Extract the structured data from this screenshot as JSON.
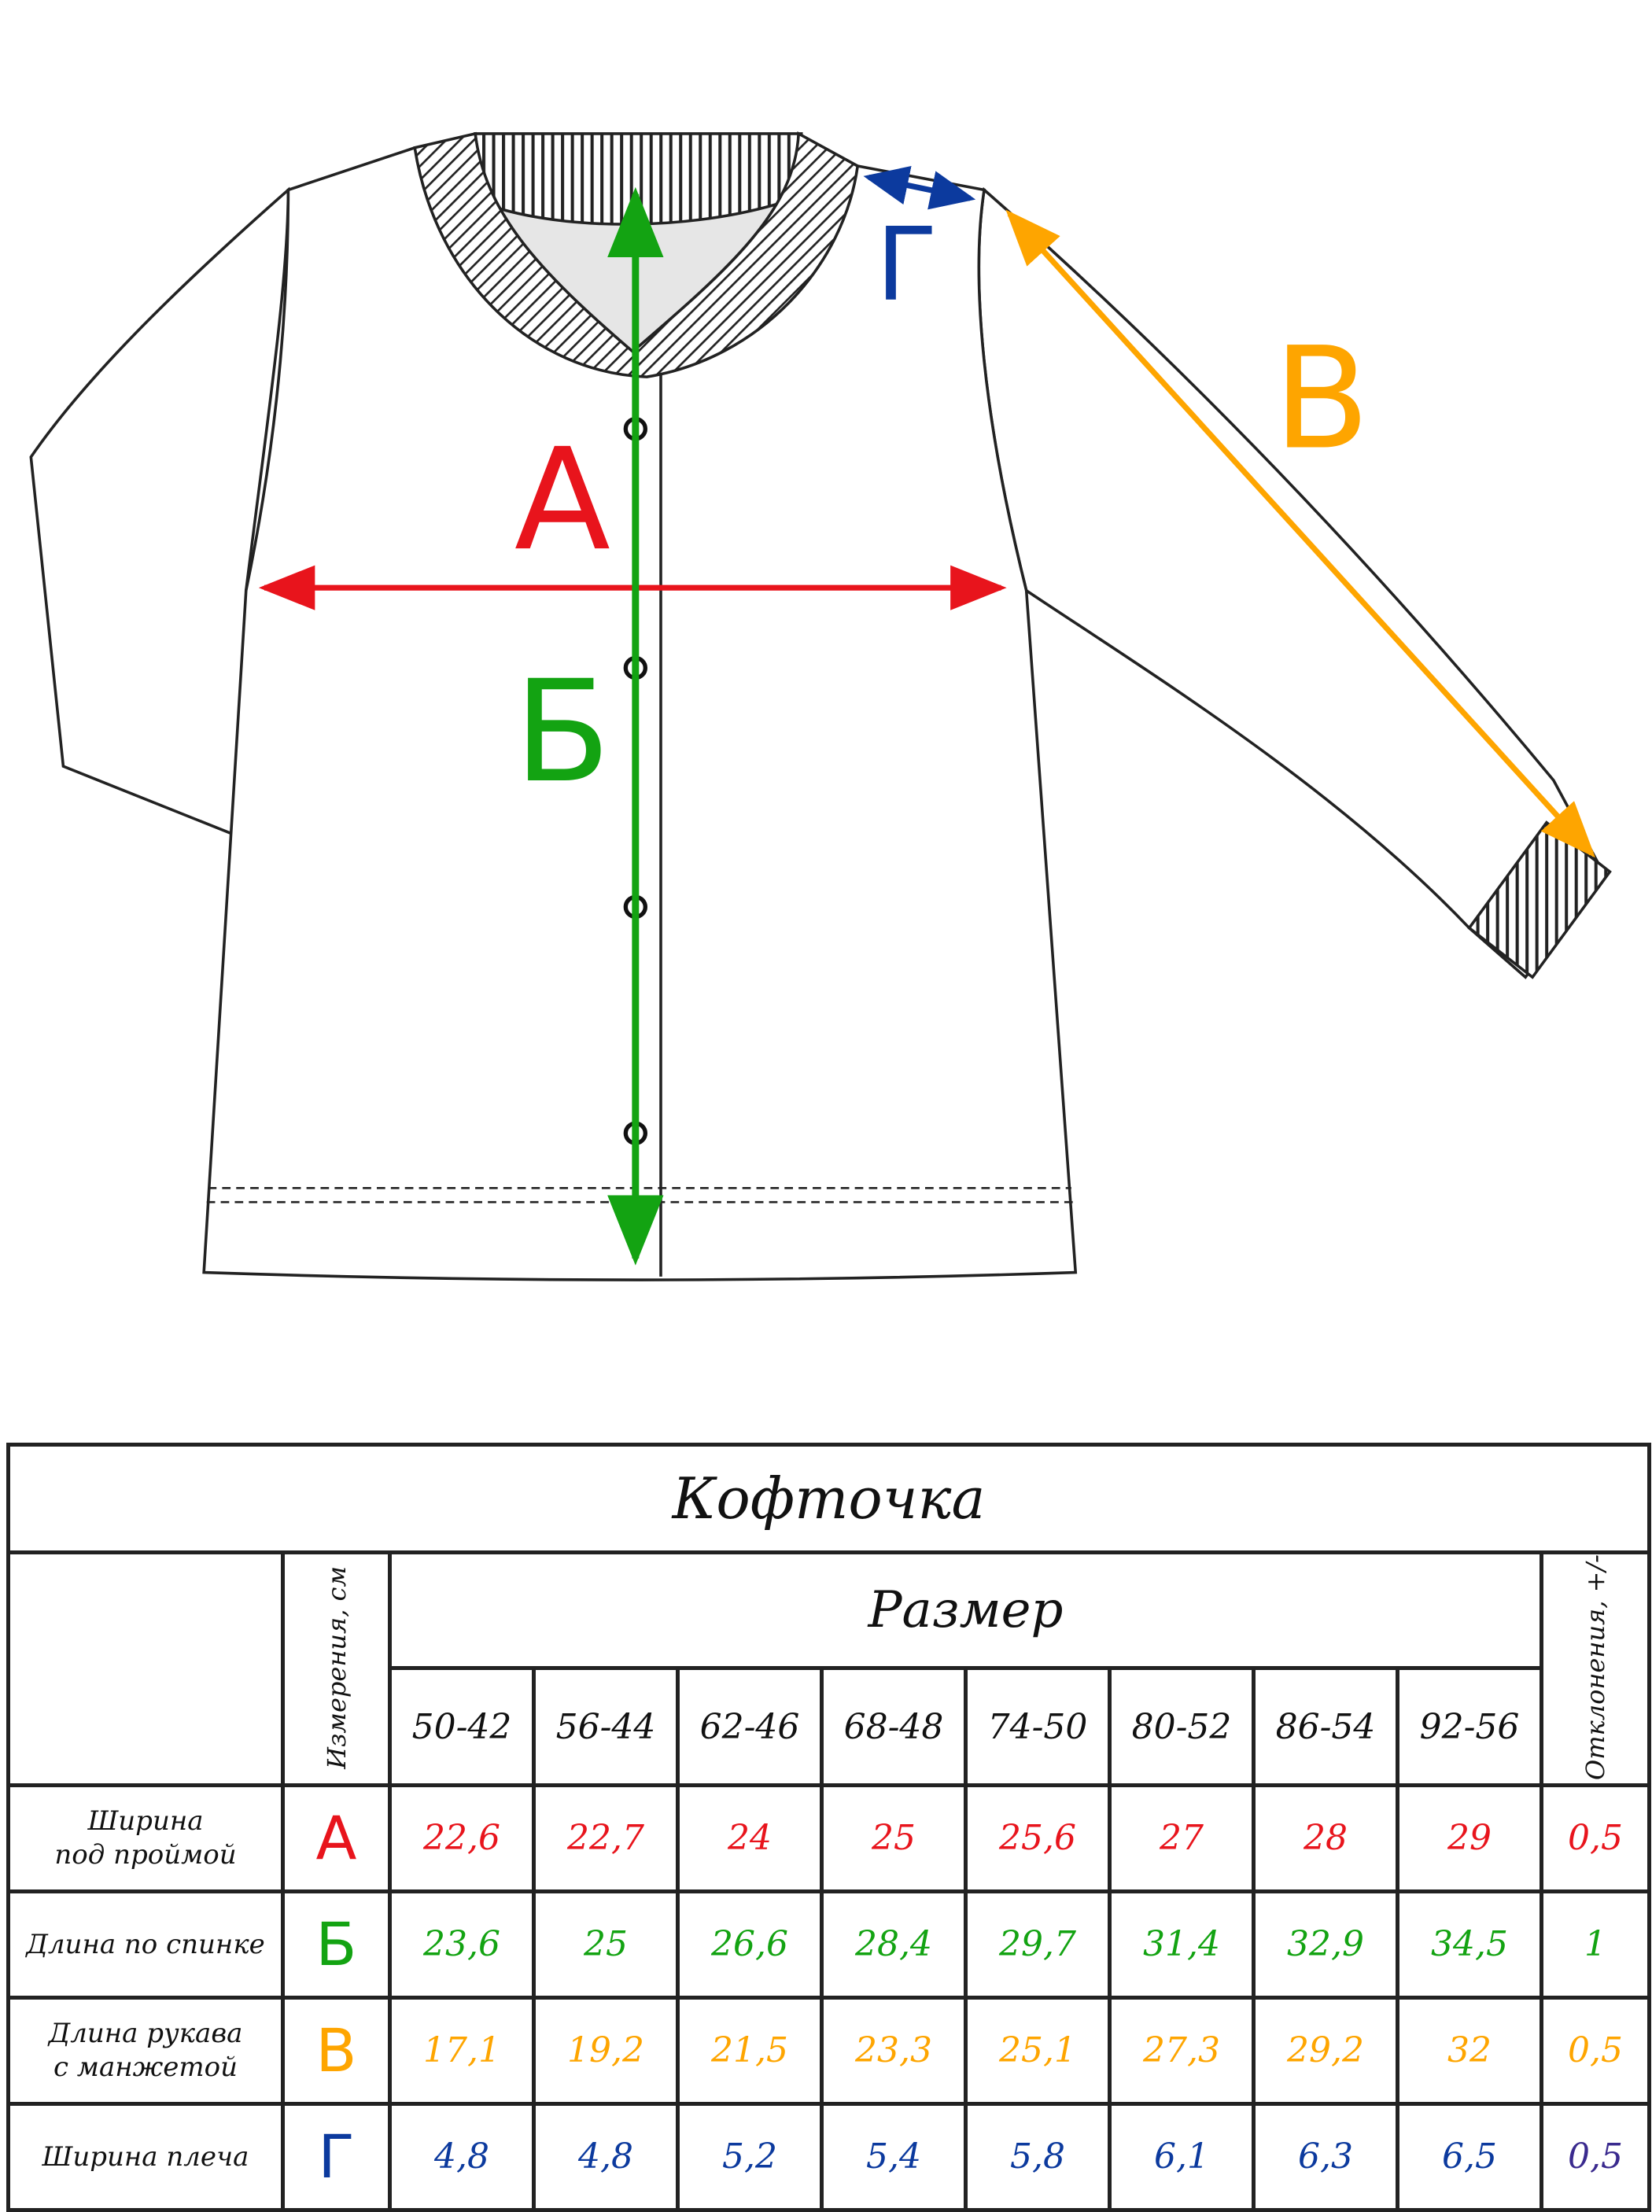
{
  "diagram": {
    "letters": {
      "a": "А",
      "b": "Б",
      "v": "В",
      "g": "Г"
    },
    "colors": {
      "a": "#e8141c",
      "b": "#13a312",
      "v": "#fea500",
      "g": "#0c3a9e",
      "outline": "#222222"
    }
  },
  "table": {
    "title": "Кофточка",
    "measure_header": "Измерения, см",
    "size_header": "Размер",
    "deviation_header": "Отклонения, +/-",
    "sizes": [
      "50-42",
      "56-44",
      "62-46",
      "68-48",
      "74-50",
      "80-52",
      "86-54",
      "92-56"
    ],
    "rows": [
      {
        "label_line1": "Ширина",
        "label_line2": "под проймой",
        "letter": "А",
        "color": "#e8141c",
        "values": [
          "22,6",
          "22,7",
          "24",
          "25",
          "25,6",
          "27",
          "28",
          "29"
        ],
        "deviation": "0,5"
      },
      {
        "label_line1": "Длина по спинке",
        "label_line2": "",
        "letter": "Б",
        "color": "#13a312",
        "values": [
          "23,6",
          "25",
          "26,6",
          "28,4",
          "29,7",
          "31,4",
          "32,9",
          "34,5"
        ],
        "deviation": "1"
      },
      {
        "label_line1": "Длина рукава",
        "label_line2": "с манжетой",
        "letter": "В",
        "color": "#fea500",
        "values": [
          "17,1",
          "19,2",
          "21,5",
          "23,3",
          "25,1",
          "27,3",
          "29,2",
          "32"
        ],
        "deviation": "0,5"
      },
      {
        "label_line1": "Ширина плеча",
        "label_line2": "",
        "letter": "Г",
        "color": "#0c3a9e",
        "values": [
          "4,8",
          "4,8",
          "5,2",
          "5,4",
          "5,8",
          "6,1",
          "6,3",
          "6,5"
        ],
        "deviation": "0,5"
      }
    ]
  }
}
